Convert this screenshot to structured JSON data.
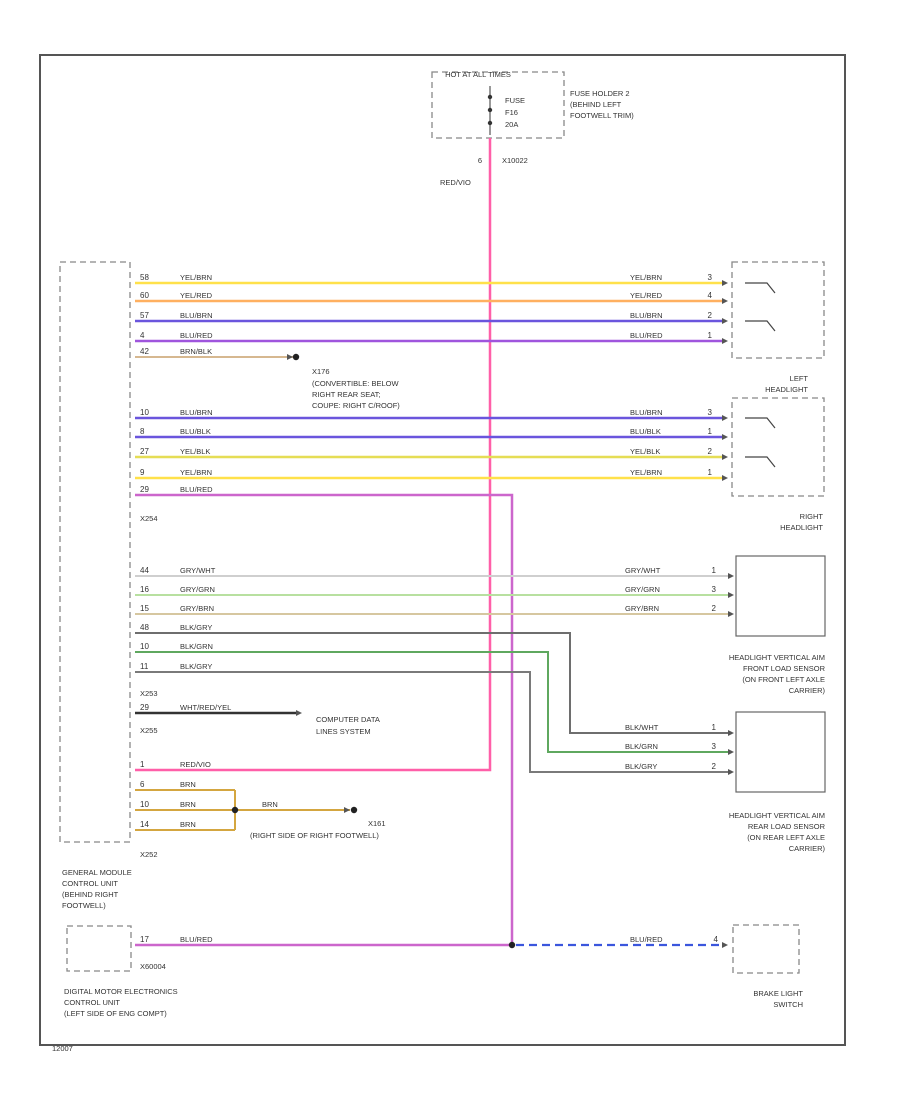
{
  "fuse_holder": {
    "hot_label": "HOT AT ALL TIMES",
    "fuse": [
      "FUSE",
      "F16",
      "20A"
    ],
    "desc": [
      "FUSE HOLDER 2",
      "(BEHIND LEFT",
      "FOOTWELL TRIM)"
    ],
    "terminal": "6",
    "connector": "X10022",
    "wire": "RED/VIO"
  },
  "gm_pins_left": {
    "upper": [
      {
        "pin": "58",
        "code": "YEL/BRN",
        "color": "#ffe14a"
      },
      {
        "pin": "60",
        "code": "YEL/RED",
        "color": "#ffb060"
      },
      {
        "pin": "57",
        "code": "BLU/BRN",
        "color": "#6a55dd"
      },
      {
        "pin": "4",
        "code": "BLU/RED",
        "color": "#9f55dd"
      }
    ],
    "gnd_pin": {
      "pin": "42",
      "code": "BRN/BLK",
      "color": "#d6b890"
    },
    "lower": [
      {
        "pin": "10",
        "code": "BLU/BRN",
        "color": "#6a55dd"
      },
      {
        "pin": "8",
        "code": "BLU/BLK",
        "color": "#6a55dd"
      },
      {
        "pin": "27",
        "code": "YEL/BLK",
        "color": "#e5dd55"
      },
      {
        "pin": "9",
        "code": "YEL/BRN",
        "color": "#ffe14a"
      }
    ],
    "brake_pin": {
      "pin": "29",
      "code": "BLU/RED",
      "color": "#cc66cc"
    }
  },
  "gm_connectors": {
    "x254": "X254",
    "x253": "X253",
    "x255": "X255",
    "x252": "X252"
  },
  "g179": {
    "name": "X176",
    "desc": [
      "(CONVERTIBLE: BELOW",
      "RIGHT REAR SEAT;",
      "COUPE: RIGHT C/ROOF)"
    ]
  },
  "right_pins_upper": [
    "3",
    "4",
    "2",
    "1"
  ],
  "right_pins_lower": [
    "3",
    "1",
    "2",
    "1"
  ],
  "left_headlight": [
    "LEFT",
    "HEADLIGHT"
  ],
  "right_headlight": [
    "RIGHT",
    "HEADLIGHT"
  ],
  "front_sensor": {
    "gm_pins": [
      {
        "pin": "44",
        "code": "GRY/WHT",
        "color": "#cfcfcf"
      },
      {
        "pin": "16",
        "code": "GRY/GRN",
        "color": "#b8e0a0"
      },
      {
        "pin": "15",
        "code": "GRY/BRN",
        "color": "#d6c7a0"
      }
    ],
    "right_pins": [
      "1",
      "3",
      "2"
    ],
    "label": [
      "HEADLIGHT VERTICAL AIM",
      "FRONT LOAD SENSOR",
      "(ON FRONT LEFT AXLE",
      "CARRIER)"
    ]
  },
  "rear_sensor": {
    "gm_pins": [
      {
        "pin": "48",
        "code": "BLK/GRY",
        "color": "#6e6e6e",
        "w": "BLK/WHT"
      },
      {
        "pin": "10",
        "code": "BLK/GRN",
        "color": "#5fa85f",
        "w": "BLK/GRN"
      },
      {
        "pin": "11",
        "code": "BLK/GRY",
        "color": "#7a7a7a",
        "w": "BLK/GRY"
      }
    ],
    "right_pins": [
      "1",
      "3",
      "2"
    ],
    "label": [
      "HEADLIGHT VERTICAL AIM",
      "REAR LOAD SENSOR",
      "(ON REAR LEFT AXLE",
      "CARRIER)"
    ]
  },
  "cds": {
    "pin": "29",
    "code": "WHT/RED/YEL",
    "label": [
      "COMPUTER DATA",
      "LINES SYSTEM"
    ]
  },
  "power_pin": {
    "pin": "1",
    "code": "RED/VIO"
  },
  "ground_pins": [
    {
      "pin": "6",
      "code": "BRN"
    },
    {
      "pin": "10",
      "code": "BRN"
    },
    {
      "pin": "14",
      "code": "BRN"
    }
  ],
  "ground_splice": {
    "code": "BRN",
    "name": "X161",
    "desc": "(RIGHT SIDE OF RIGHT FOOTWELL)"
  },
  "gm_label": [
    "GENERAL MODULE",
    "CONTROL UNIT",
    "(BEHIND RIGHT",
    "FOOTWELL)"
  ],
  "dme": {
    "pin": "17",
    "code": "BLU/RED",
    "connector": "X60004",
    "label": [
      "DIGITAL MOTOR ELECTRONICS",
      "CONTROL UNIT",
      "(LEFT SIDE OF ENG COMPT)"
    ]
  },
  "brake_switch": {
    "wire": "BLU/RED",
    "pin": "4",
    "label": [
      "BRAKE LIGHT",
      "SWITCH"
    ]
  },
  "footer": "12007"
}
